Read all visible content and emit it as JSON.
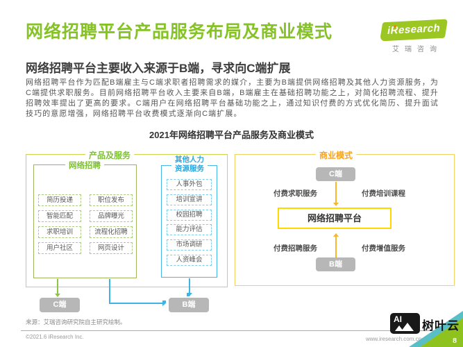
{
  "header": {
    "title": "网络招聘平台产品服务布局及商业模式",
    "subtitle": "网络招聘平台主要收入来源于B端，寻求向C端扩展",
    "logo": {
      "brand": "iResearch",
      "brand_cn": "艾瑞咨询"
    }
  },
  "intro": {
    "text": "网络招聘平台作为匹配B端雇主与C端求职者招聘需求的媒介，主要为B端提供网络招聘及其他人力资源服务，为C端提供求职服务。目前网络招聘平台收入主要来自B端，B端雇主在基础招聘功能之上，对简化招聘流程、提升招聘效率提出了更高的要求。C端用户在网络招聘平台基础功能之上，通过知识付费的方式优化简历、提升面试技巧的意愿增强，网络招聘平台收费模式逐渐向C端扩展。"
  },
  "figure": {
    "title": "2021年网络招聘平台产品服务及商业模式",
    "products": {
      "section_label": "产品及服务",
      "network_recruit": {
        "label": "网络招聘",
        "items": [
          "简历投递",
          "职位发布",
          "智能匹配",
          "品牌曝光",
          "求职培训",
          "流程化招聘",
          "用户社区",
          "网页设计"
        ]
      },
      "other_hr": {
        "label_line1": "其他人力",
        "label_line2": "资源服务",
        "items": [
          "人事外包",
          "培训宣讲",
          "校园招聘",
          "能力评估",
          "市场调研",
          "人资峰会"
        ]
      },
      "c_end_chip": "C端",
      "b_end_chip": "B端"
    },
    "business": {
      "section_label": "商业模式",
      "c_end_chip": "C端",
      "b_end_chip": "B端",
      "platform": "网络招聘平台",
      "fee_labels": {
        "job_seeking": "付费求职服务",
        "training": "付费培训课程",
        "recruiting": "付费招聘服务",
        "value_added": "付费增值服务"
      }
    }
  },
  "footer": {
    "source": "来源：艾瑞咨询研究院自主研究绘制。",
    "copyright": "©2021.6 iResearch Inc.",
    "website": "www.iresearch.com.cn",
    "page_number": "8"
  },
  "watermark": {
    "logo_text": "AI",
    "brand": "树叶云"
  },
  "colors": {
    "title_green": "#85c226",
    "section_green": "#7dc032",
    "blue": "#29a7e0",
    "orange": "#f7a31c",
    "arrow_yellow": "#f8b62d",
    "platform_border_yellow": "#ffd800",
    "outer_box_green": "#ccd64b",
    "chip_gray": "#b7b7b7"
  }
}
